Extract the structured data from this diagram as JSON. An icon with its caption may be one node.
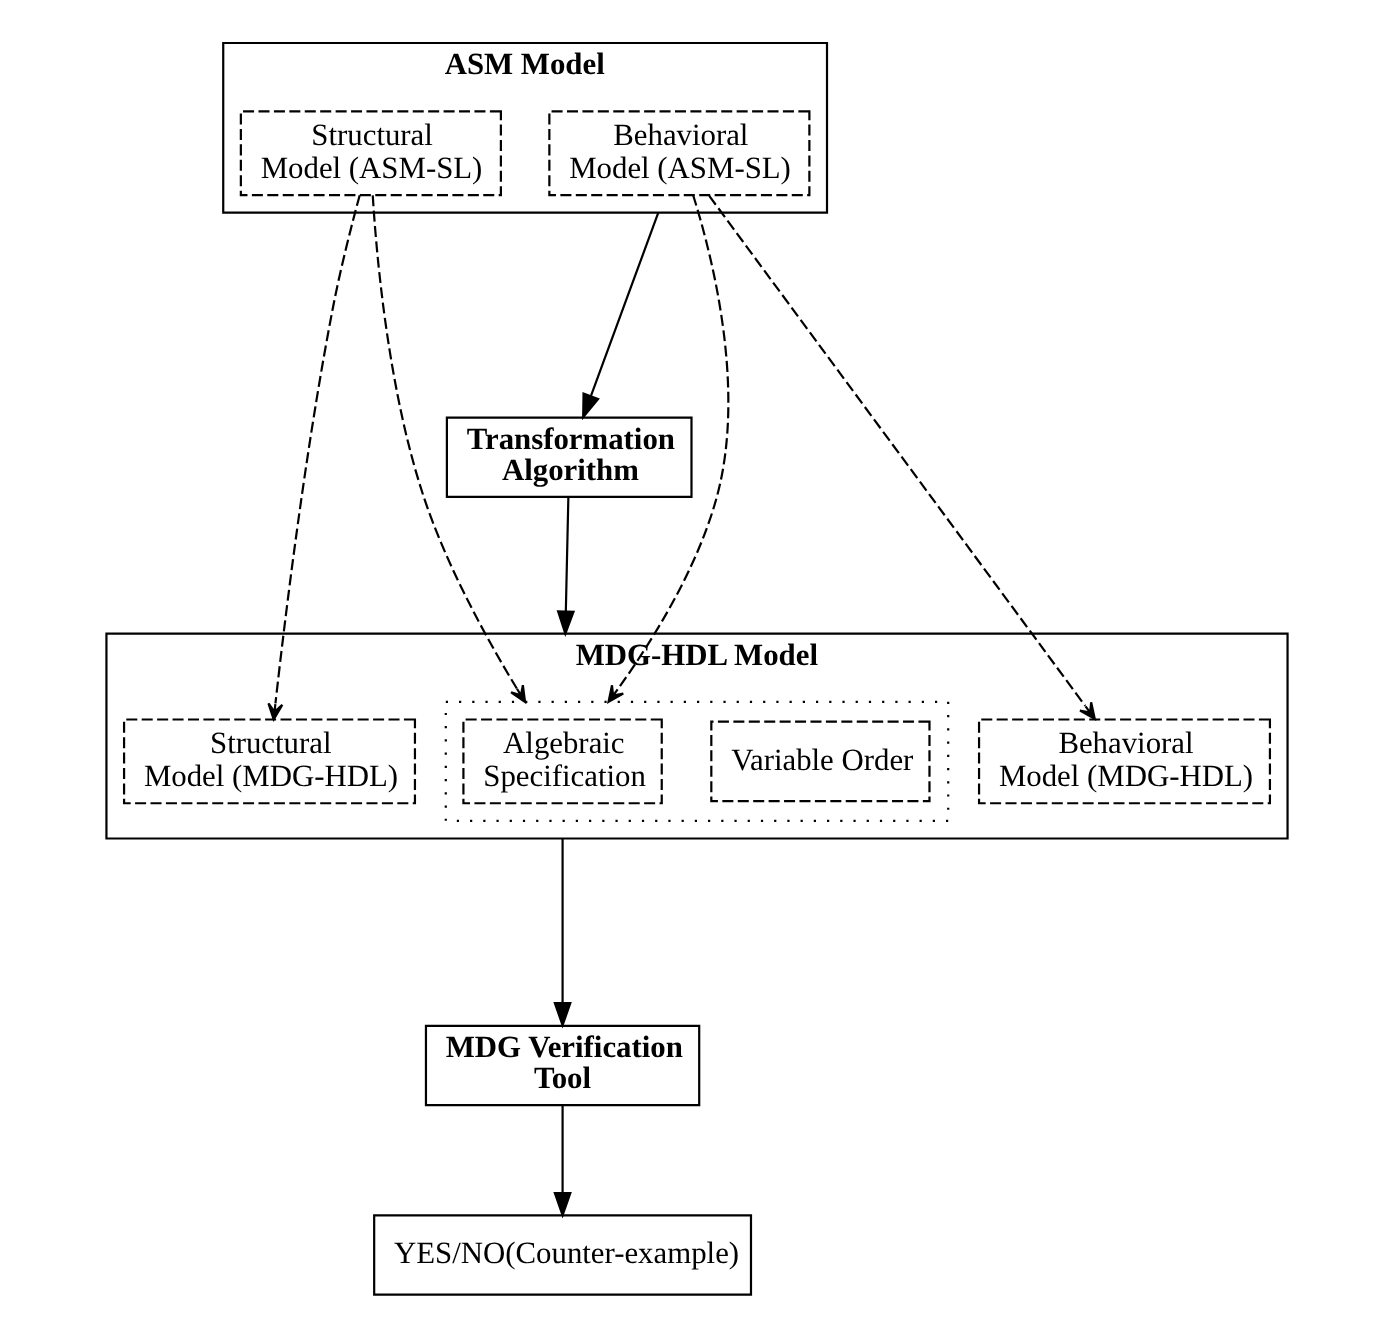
{
  "diagram": {
    "nodes": [
      {
        "text": [
          "ASM Model"
        ]
      },
      {
        "text": [
          "Structural Model (ASM-SL)"
        ],
        "in": 0
      },
      {
        "text": [
          "Behavioral Model (ASM-SL)"
        ],
        "in": 0
      },
      {
        "text": [
          "Transformation Algorithm"
        ]
      },
      {
        "text": [
          "MDG-HDL Model"
        ]
      },
      {
        "text": [
          "Structural Model (MDG-HDL)"
        ],
        "in": 4
      },
      {
        "text": [],
        "shape": "box",
        "in": 4
      },
      {
        "text": [
          "Variable Order"
        ],
        "in": 6
      },
      {
        "text": [
          "Algebraic Specification"
        ],
        "in": 6
      },
      {
        "text": [
          "Behavioral Model (MDG-HDL)"
        ],
        "in": 4
      },
      {
        "text": [
          "MDG Verification Tool"
        ]
      },
      {
        "text": [
          "YES/NO(Counter-example)"
        ]
      }
    ],
    "edges": [
      {
        "from": 0,
        "to": 3,
        "arrow": "to"
      },
      {
        "from": 3,
        "to": 4,
        "arrow": "to"
      },
      {
        "from": 1,
        "to": 5,
        "arrow": "to",
        "style": "dashed"
      },
      {
        "from": 1,
        "to": 6,
        "arrow": "to",
        "style": "dashed"
      },
      {
        "from": 2,
        "to": 6,
        "arrow": "to",
        "style": "dashed"
      },
      {
        "from": 2,
        "to": 9,
        "arrow": "to",
        "style": "dashed"
      },
      {
        "from": 4,
        "to": 10,
        "arrow": "to"
      },
      {
        "from": 10,
        "to": 11,
        "arrow": "to"
      }
    ]
  }
}
